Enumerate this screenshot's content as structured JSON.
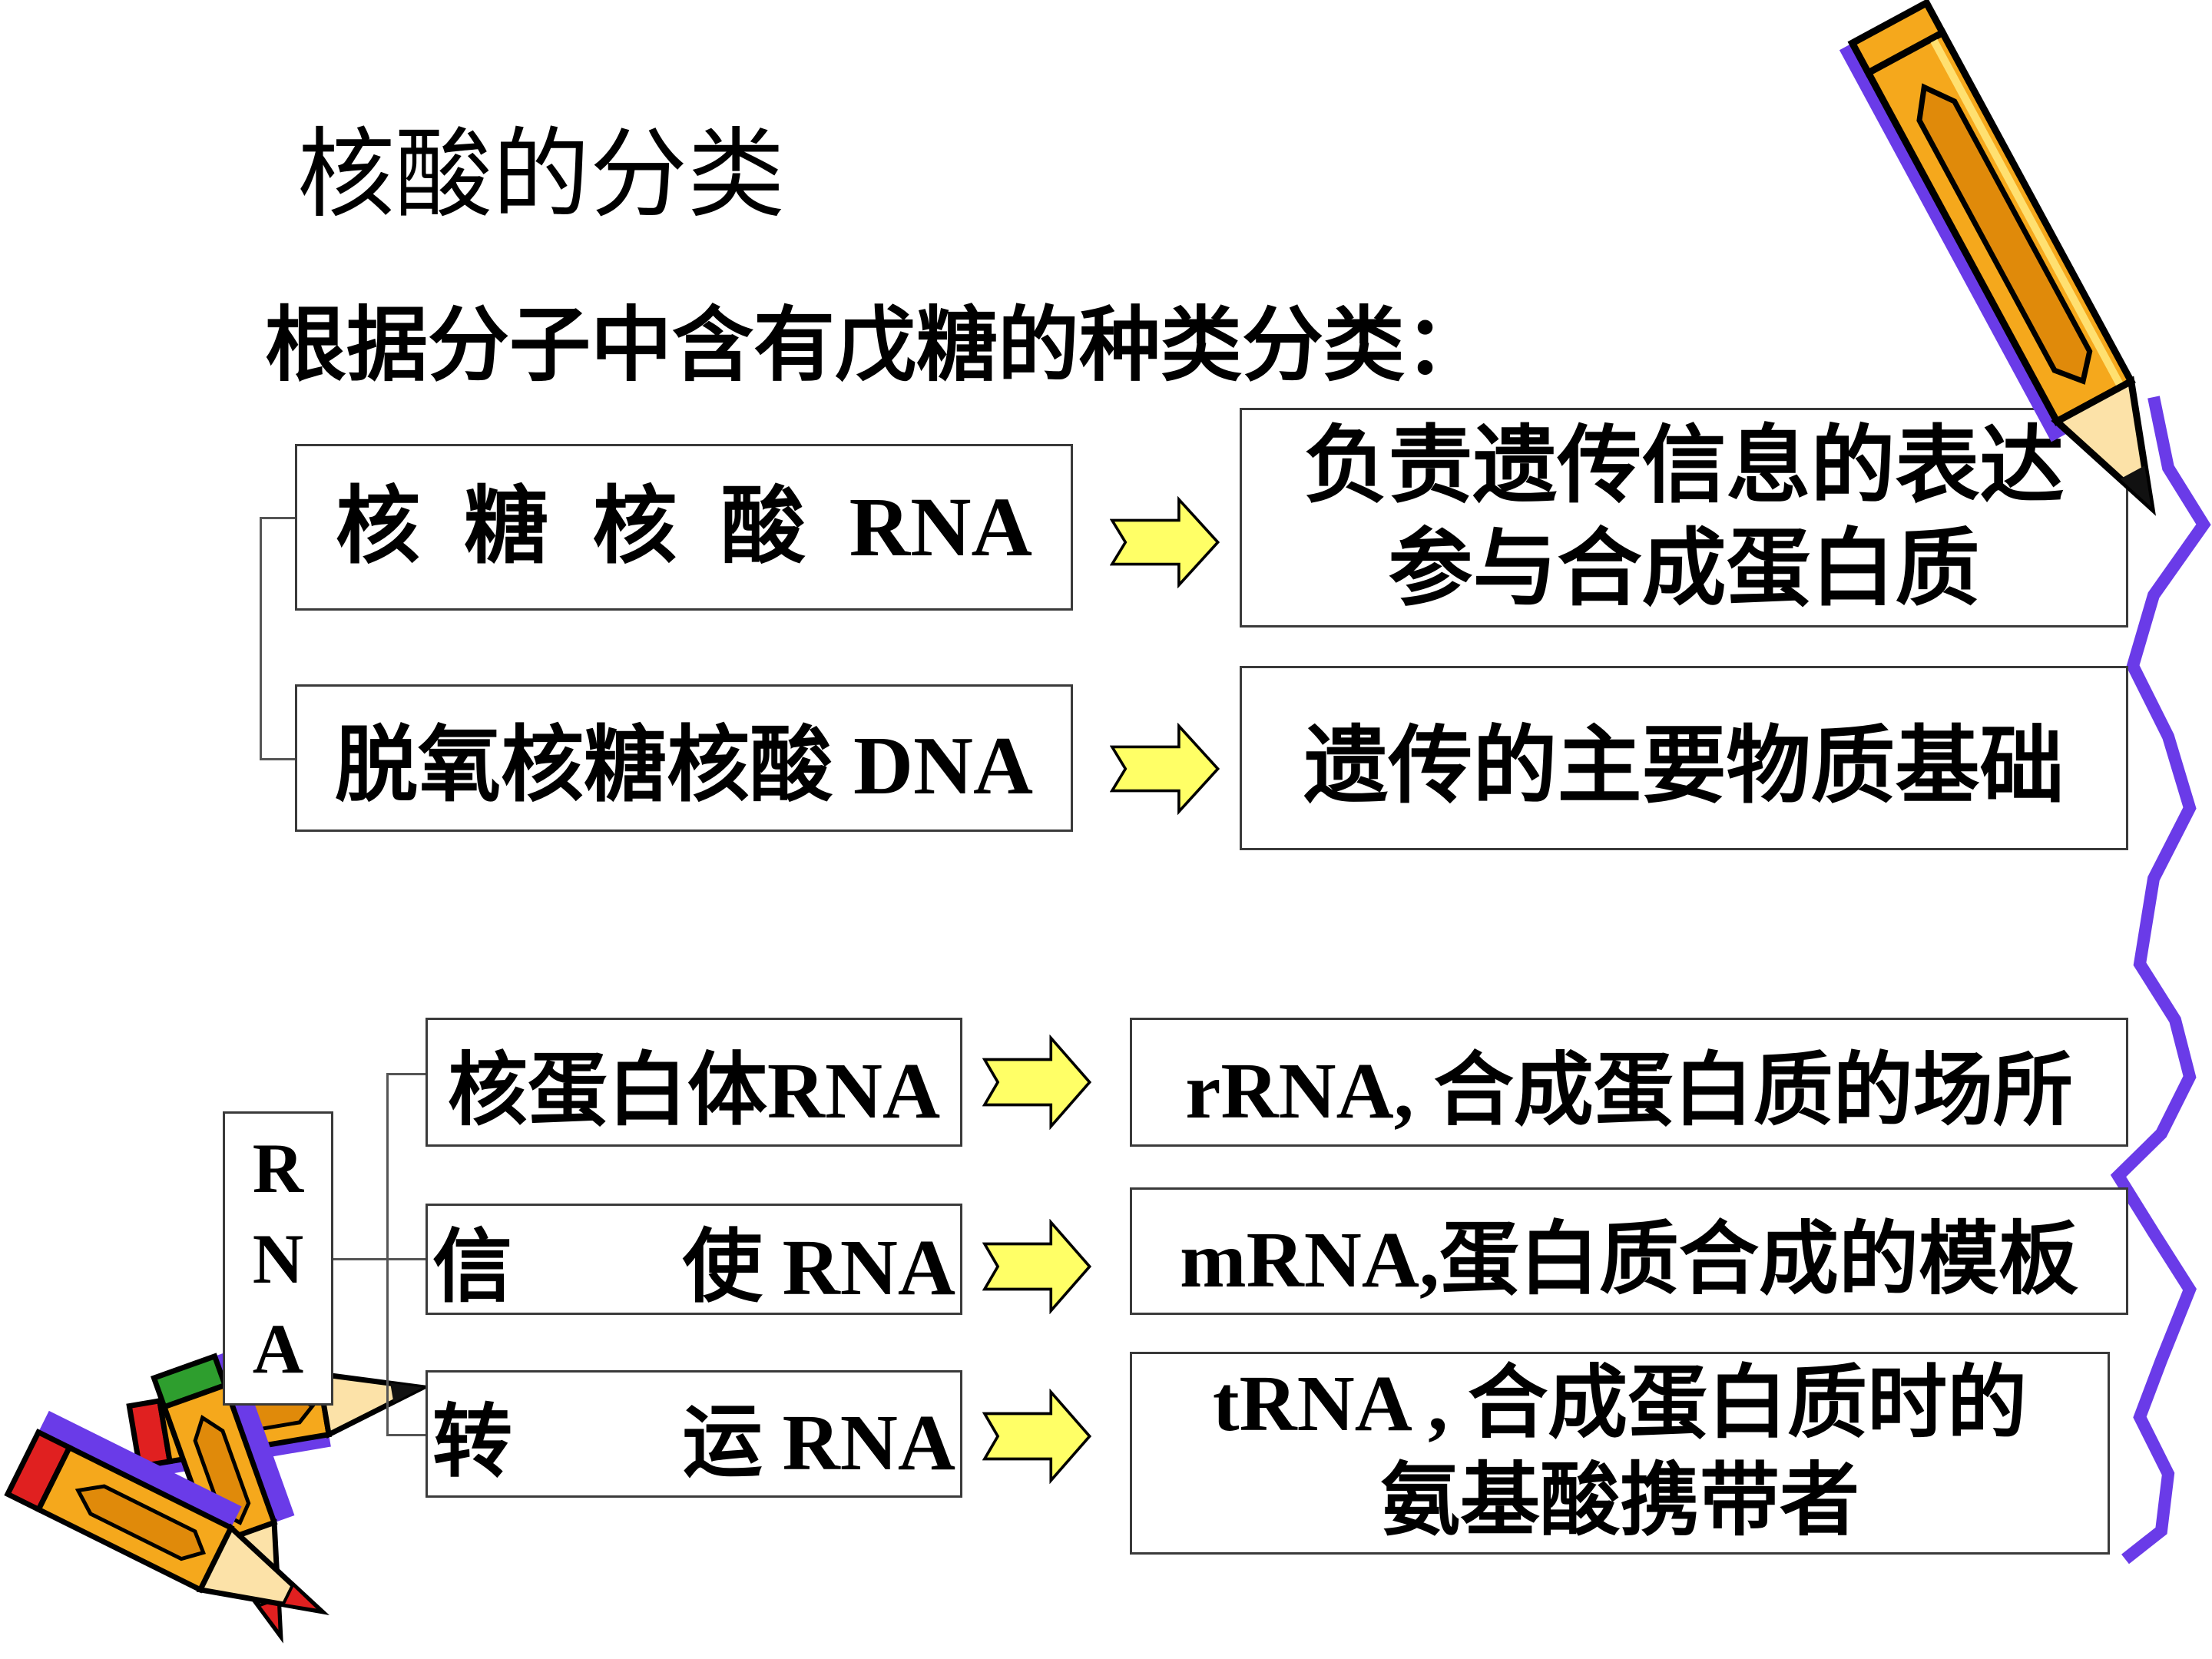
{
  "title": "核酸的分类",
  "subtitle": "根据分子中含有戊糖的种类分类：",
  "classification": {
    "rna": {
      "label": "核 糖 核 酸 RNA",
      "function_lines": [
        "负责遗传信息的表达",
        "参与合成蛋白质"
      ]
    },
    "dna": {
      "label": "脱氧核糖核酸 DNA",
      "function": "遗传的主要物质基础"
    }
  },
  "rna_types": {
    "group_label": [
      "R",
      "N",
      "A"
    ],
    "items": [
      {
        "name": "核蛋白体RNA",
        "function": "rRNA, 合成蛋白质的场所"
      },
      {
        "name_left": "信",
        "name_right": "使 RNA",
        "function": "mRNA,蛋白质合成的模板"
      },
      {
        "name_left": "转",
        "name_right": "运 RNA",
        "function_lines": [
          "tRNA , 合成蛋白质时的",
          "氨基酸携带者"
        ]
      }
    ]
  },
  "icons": {
    "arrow": "right-block-arrow",
    "decoration": "pencil",
    "border": "wavy-line"
  },
  "colors": {
    "arrow_fill": "#FFFF66",
    "wavy_line": "#6A3BE8",
    "pencil_body": "#F5A81C",
    "pencil_eraser_red": "#E02020",
    "pencil_eraser_green": "#2E9E2E",
    "box_border": "#3A3A3A"
  }
}
